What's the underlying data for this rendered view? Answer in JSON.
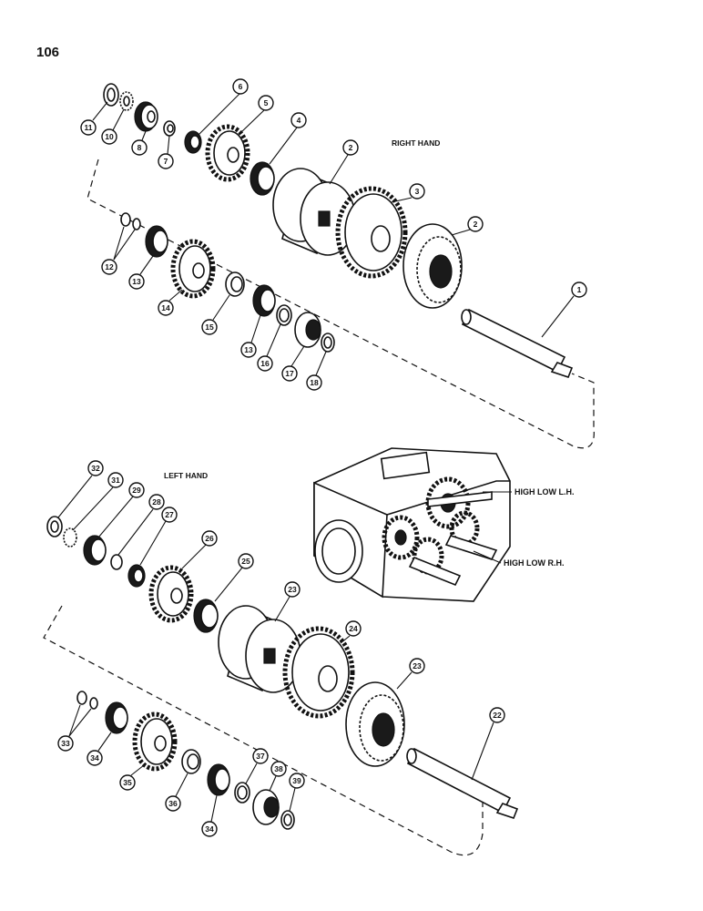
{
  "page_number": "106",
  "labels": {
    "right_hand": "RIGHT HAND",
    "left_hand": "LEFT HAND",
    "high_low_lh": "HIGH LOW L.H.",
    "high_low_rh": "HIGH LOW R.H."
  },
  "callouts": [
    "1",
    "2",
    "3",
    "4",
    "5",
    "6",
    "7",
    "8",
    "10",
    "11",
    "12",
    "13",
    "14",
    "15",
    "16",
    "17",
    "18",
    "22",
    "23",
    "24",
    "25",
    "26",
    "27",
    "28",
    "29",
    "31",
    "32",
    "33",
    "34",
    "35",
    "36",
    "37",
    "38",
    "39"
  ]
}
